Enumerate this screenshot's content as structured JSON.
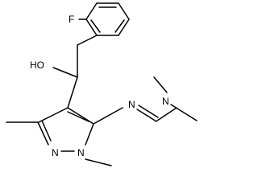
{
  "structure": {
    "atoms": {
      "F": "F",
      "OH": "HO",
      "N_imine": "N",
      "N_dimethyl": "N",
      "N_ring_upper": "N",
      "N_ring_lower": "N"
    }
  }
}
